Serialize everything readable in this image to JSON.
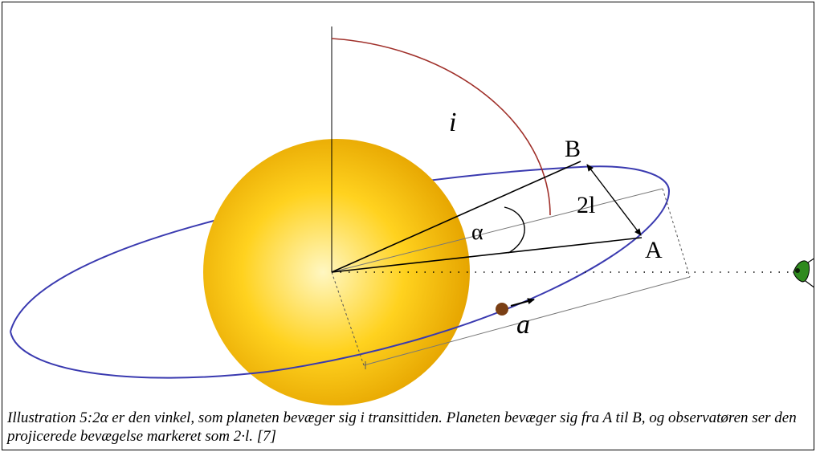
{
  "diagram": {
    "labels": {
      "inclination": "i",
      "point_b": "B",
      "point_a": "A",
      "chord": "2l",
      "angle": "α",
      "semi_major_axis": "a"
    },
    "colors": {
      "star_center": "#fff7c2",
      "star_mid": "#ffd21f",
      "star_edge": "#e6a500",
      "orbit": "#3a3ab0",
      "inclination_arc": "#a0302a",
      "planet": "#7a3f14",
      "eye_iris": "#2f8a1e",
      "lines": "#000000",
      "guide_lines": "#777777"
    },
    "icons": [
      "planet-dot",
      "direction-arrow",
      "observer-eye-icon"
    ]
  },
  "caption": {
    "text": "Illustration 5:2α er den vinkel, som planeten bevæger sig i transittiden. Planeten bevæger sig fra A til B, og observatøren ser den projicerede bevægelse markeret som 2·l. [7]"
  }
}
